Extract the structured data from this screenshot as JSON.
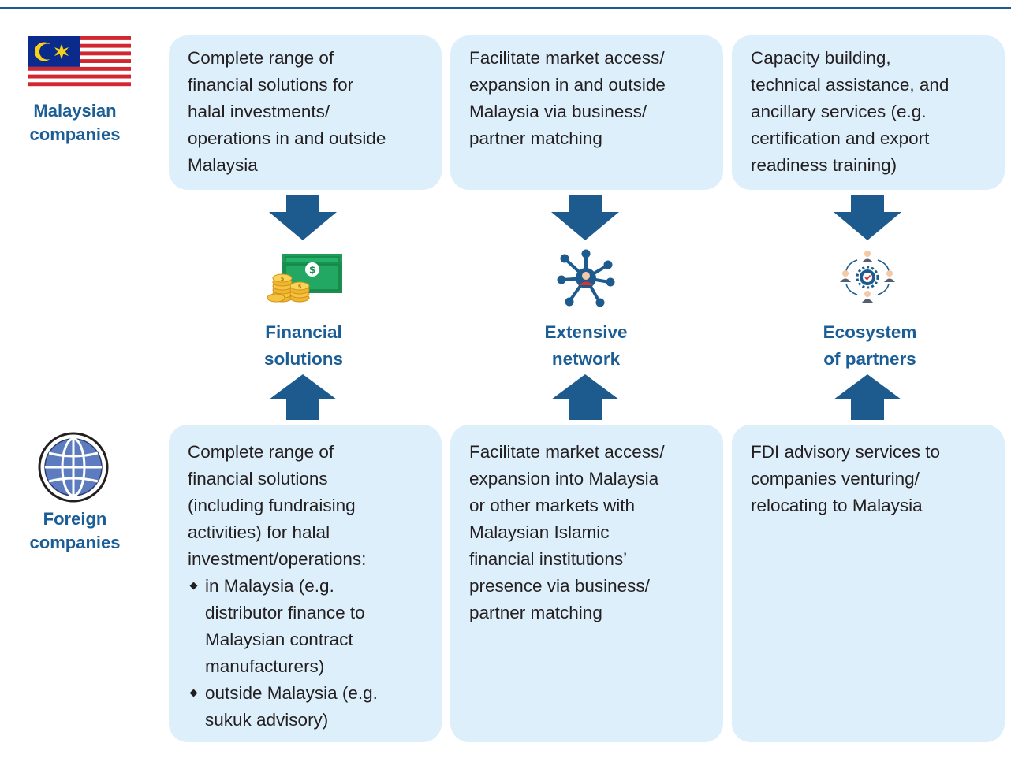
{
  "rows": {
    "malaysian": {
      "label_line1": "Malaysian",
      "label_line2": "companies",
      "icon": "malaysia-flag-icon"
    },
    "foreign": {
      "label_line1": "Foreign",
      "label_line2": "companies",
      "icon": "globe-icon"
    }
  },
  "pillars": [
    {
      "title_line1": "Financial",
      "title_line2": "solutions",
      "icon": "money-coins-icon"
    },
    {
      "title_line1": "Extensive",
      "title_line2": "network",
      "icon": "network-icon"
    },
    {
      "title_line1": "Ecosystem",
      "title_line2": "of partners",
      "icon": "partners-cycle-icon"
    }
  ],
  "malaysian_boxes": [
    {
      "lines": [
        "Complete range of",
        "financial solutions for",
        "halal investments/",
        "operations in and outside",
        "Malaysia"
      ]
    },
    {
      "lines": [
        "Facilitate market access/",
        "expansion in and outside",
        "Malaysia via business/",
        "partner matching"
      ]
    },
    {
      "lines": [
        "Capacity building,",
        "technical assistance, and",
        "ancillary services (e.g.",
        "certification and export",
        "readiness training)"
      ]
    }
  ],
  "foreign_boxes": [
    {
      "lines": [
        "Complete range of",
        "financial solutions",
        "(including fundraising",
        "activities) for halal",
        "investment/operations:"
      ],
      "bullets": [
        {
          "lines": [
            "in Malaysia (e.g.",
            "distributor finance to",
            "Malaysian contract",
            "manufacturers)"
          ]
        },
        {
          "lines": [
            "outside Malaysia (e.g.",
            "sukuk advisory)"
          ]
        }
      ]
    },
    {
      "lines": [
        "Facilitate market access/",
        "expansion into Malaysia",
        "or other markets with",
        "Malaysian Islamic",
        "financial institutions’",
        "presence via business/",
        "partner matching"
      ]
    },
    {
      "lines": [
        "FDI advisory services to",
        "companies venturing/",
        "relocating to Malaysia"
      ]
    }
  ],
  "colors": {
    "accent": "#1b5e96",
    "arrow": "#1d5b8f",
    "box": "#ddeffb",
    "rule": "#1d5b8f"
  }
}
